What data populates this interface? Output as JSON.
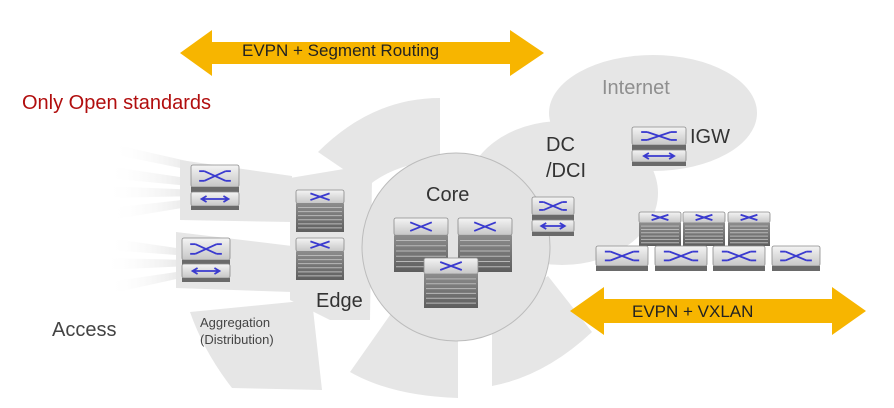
{
  "title": "Only Open standards",
  "arrows": {
    "top": "EVPN + Segment Routing",
    "bottom": "EVPN + VXLAN"
  },
  "zones": {
    "internet": "Internet",
    "igw": "IGW",
    "dc_line1": "DC",
    "dc_line2": "/DCI",
    "core": "Core",
    "edge": "Edge",
    "access": "Access",
    "aggregation_line1": "Aggregation",
    "aggregation_line2": "(Distribution)"
  },
  "icons": {
    "switch": "switch-icon",
    "chassis_router": "chassis-router-icon",
    "arrow": "double-arrow-icon"
  },
  "colors": {
    "title": "#b10e0e",
    "arrow_fill": "#f7b500",
    "zone_fill": "#e6e6e6",
    "switch_symbol": "#3a3acf"
  }
}
